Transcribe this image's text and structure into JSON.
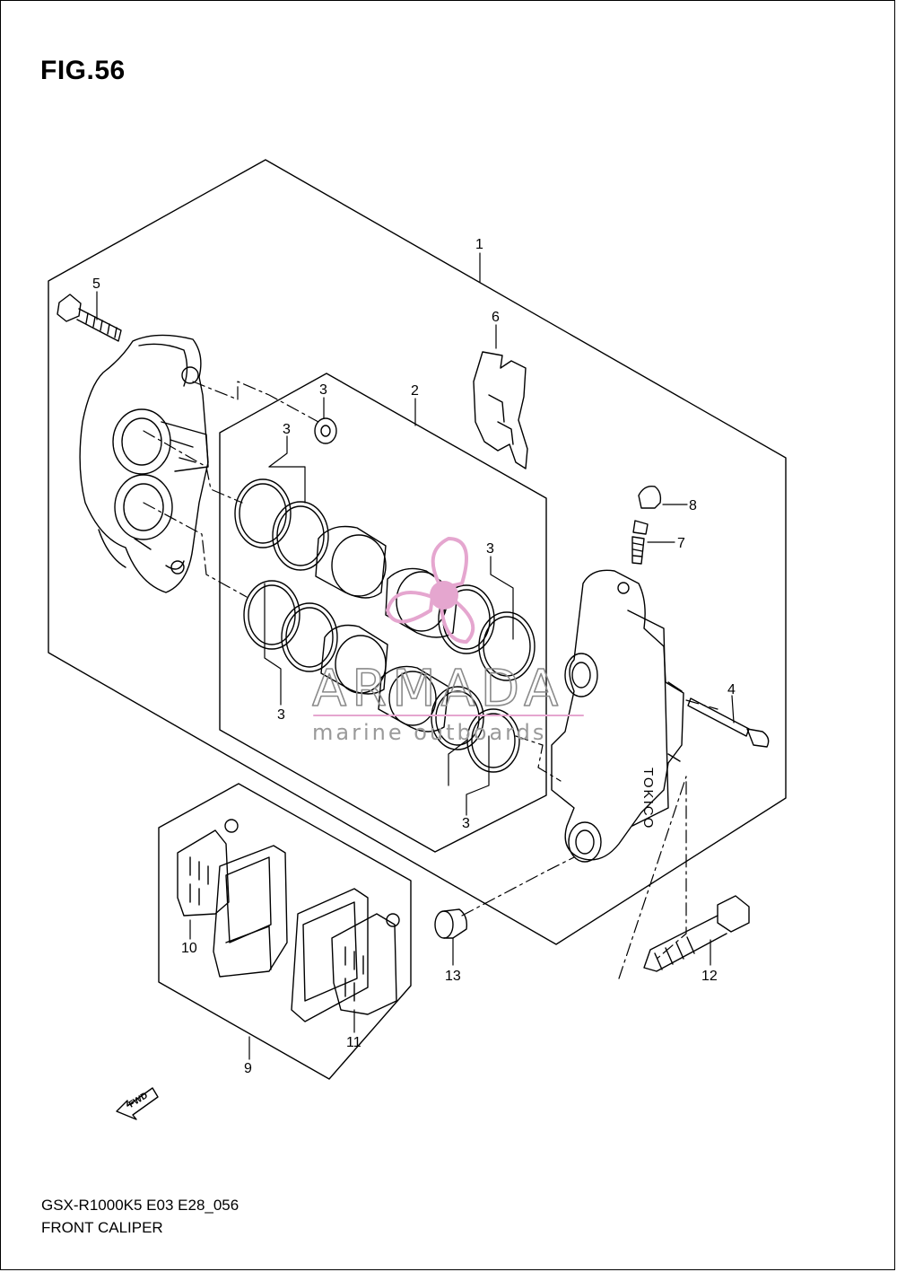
{
  "figure": {
    "title": "FIG.56"
  },
  "footer": {
    "model_code": "GSX-R1000K5 E03 E28_056",
    "part_name": "FRONT CALIPER"
  },
  "callouts": {
    "c1": "1",
    "c2": "2",
    "c3a": "3",
    "c3b": "3",
    "c3c": "3",
    "c3d": "3",
    "c3e": "3",
    "c4": "4",
    "c5": "5",
    "c6": "6",
    "c7": "7",
    "c8": "8",
    "c9": "9",
    "c10": "10",
    "c11": "11",
    "c12": "12",
    "c13": "13"
  },
  "watermark": {
    "brand": "ARMADA",
    "tagline": "marine outboards"
  },
  "caliper_stamp": "TOKICO",
  "direction": {
    "label": "FWD"
  },
  "colors": {
    "line": "#000000",
    "watermark_pink": "#e5a6cf",
    "watermark_gray": "#8a8a8a"
  }
}
